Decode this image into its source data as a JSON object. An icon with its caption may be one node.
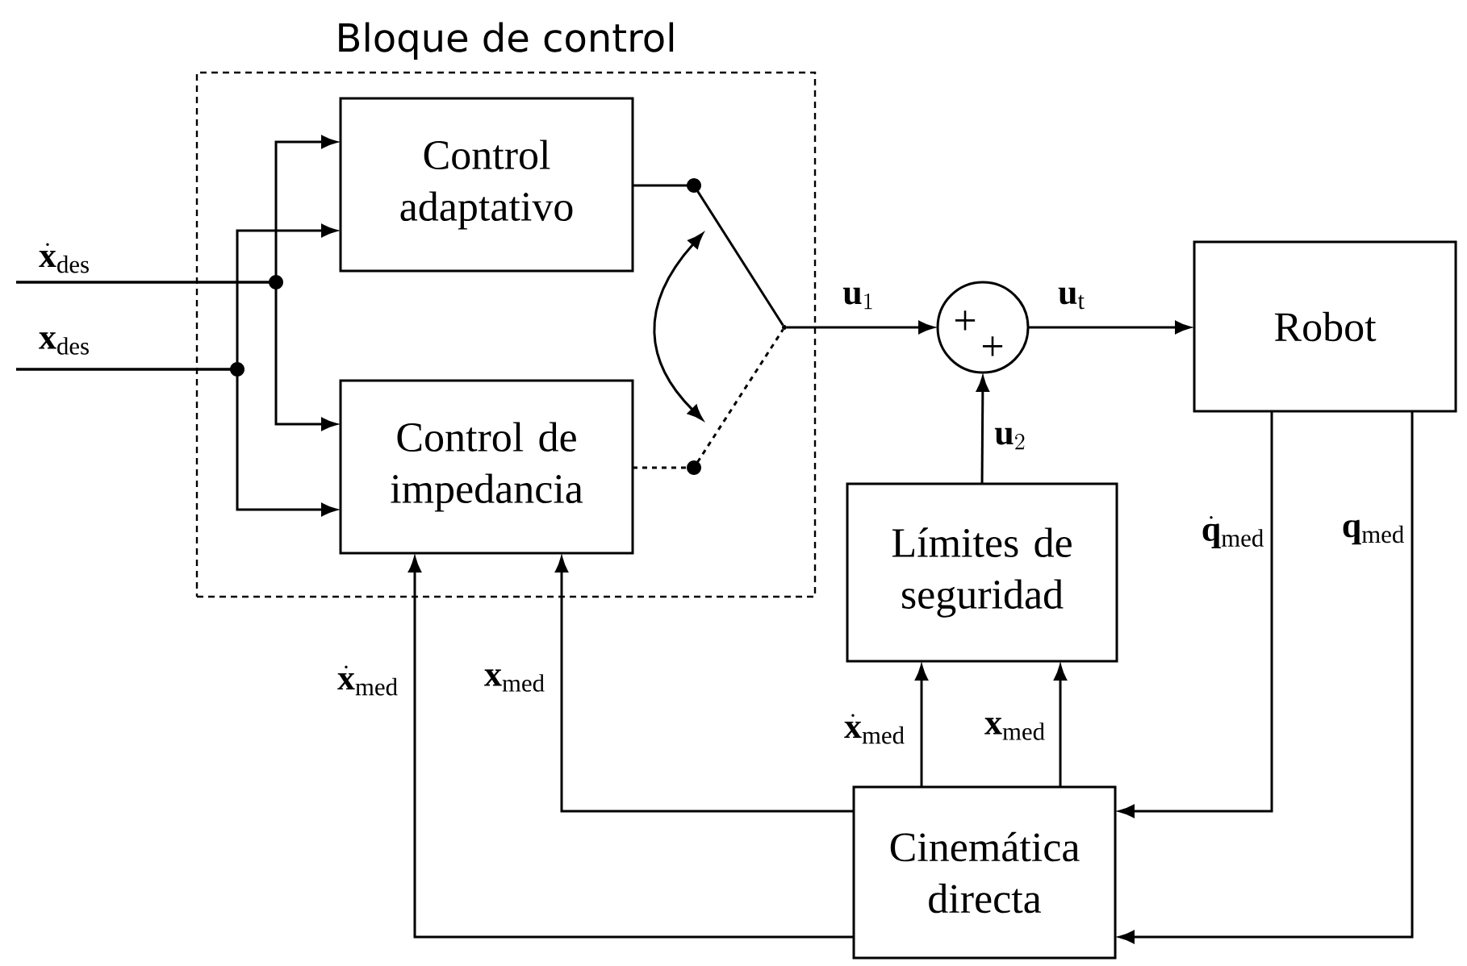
{
  "diagram": {
    "nodes": [
      {
        "text": [
          "Bloque de control"
        ]
      },
      {
        "text": [
          "Control adaptativo"
        ],
        "in": 0
      },
      {
        "text": [
          "Control de impedancia"
        ],
        "in": 0
      },
      {
        "text": [],
        "shape": "point",
        "in": 0
      },
      {
        "text": [
          "+",
          "+"
        ]
      },
      {
        "text": [
          "Robot"
        ]
      },
      {
        "text": [
          "Límites de seguridad"
        ]
      },
      {
        "text": [
          "Cinemática directa"
        ]
      }
    ],
    "edges": [
      {
        "from": null,
        "to": 1,
        "arrow": "to",
        "label": "\\dot{\\mathbf{x}}_{\\mathrm{des}}"
      },
      {
        "from": null,
        "to": 2,
        "arrow": "to"
      },
      {
        "from": null,
        "to": 1,
        "arrow": "to",
        "label": "\\mathbf{x}_{\\mathrm{des}}"
      },
      {
        "from": null,
        "to": 2,
        "arrow": "to"
      },
      {
        "from": 1,
        "to": 3,
        "arrow": "none"
      },
      {
        "from": 2,
        "to": 3,
        "arrow": "none",
        "style": "dashed"
      },
      {
        "from": 3,
        "to": 4,
        "arrow": "to",
        "label": "\\mathbf{u}_1"
      },
      {
        "from": 4,
        "to": 5,
        "arrow": "to",
        "label": "\\mathbf{u}_{\\mathrm{t}}"
      },
      {
        "from": 6,
        "to": 4,
        "arrow": "to",
        "label": "\\mathbf{u}_2"
      },
      {
        "from": 5,
        "to": 7,
        "arrow": "to",
        "label": "\\dot{\\mathbf{q}}_{\\mathrm{med}}"
      },
      {
        "from": 5,
        "to": 7,
        "arrow": "to",
        "label": "\\mathbf{q}_{\\mathrm{med}}"
      },
      {
        "from": 7,
        "to": 6,
        "arrow": "to",
        "label": "\\dot{\\mathbf{x}}_{\\mathrm{med}}"
      },
      {
        "from": 7,
        "to": 6,
        "arrow": "to",
        "label": "\\mathbf{x}_{\\mathrm{med}}"
      },
      {
        "from": 7,
        "to": 2,
        "arrow": "to",
        "label": "\\mathbf{x}_{\\mathrm{med}}"
      },
      {
        "from": 7,
        "to": 2,
        "arrow": "to",
        "label": "\\dot{\\mathbf{x}}_{\\mathrm{med}}"
      }
    ]
  }
}
